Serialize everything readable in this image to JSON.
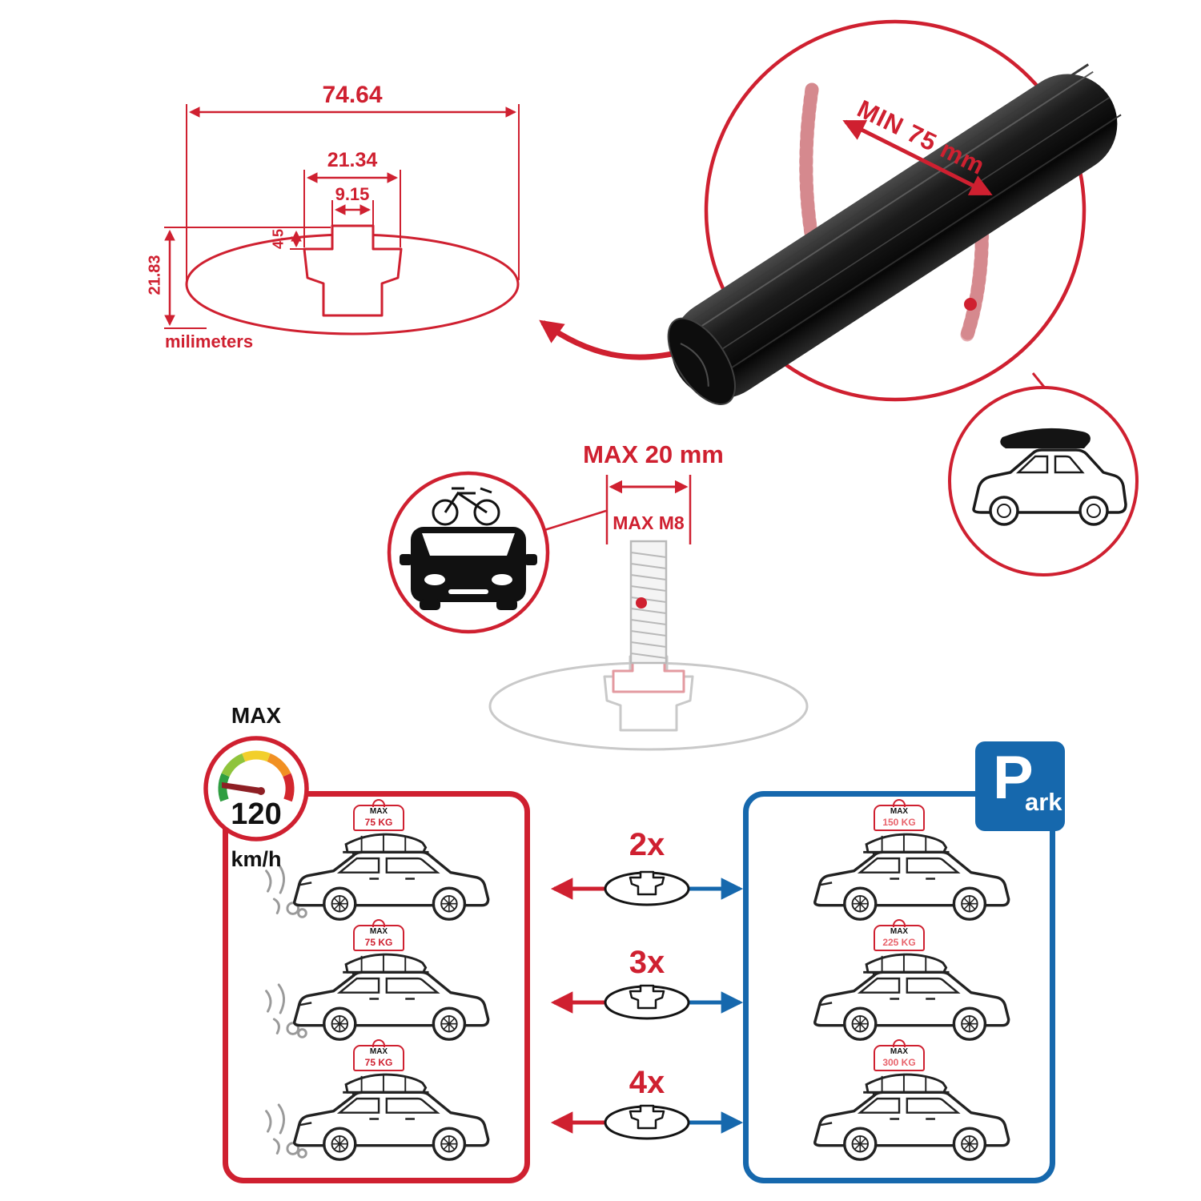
{
  "colors": {
    "accent_red": "#cf2030",
    "accent_blue": "#1668ad",
    "ghost_pink": "#e39aa0",
    "ghost_gray": "#c9c9c9",
    "bar_black": "#111111"
  },
  "profile_dims": {
    "total_width": "74.64",
    "slot_outer_width": "21.34",
    "slot_inner_width": "9.15",
    "slot_depth": "4.5",
    "total_height": "21.83",
    "units": "milimeters"
  },
  "bar_callout": {
    "min_span": "MIN 75 mm"
  },
  "bolt_callout": {
    "max_width": "MAX 20 mm",
    "max_thread": "MAX M8"
  },
  "speed": {
    "label": "MAX",
    "value": "120",
    "units": "km/h"
  },
  "park": {
    "initial": "P",
    "rest": "ark"
  },
  "capacity": {
    "driving": [
      {
        "max_label": "MAX",
        "weight": "75 KG"
      },
      {
        "max_label": "MAX",
        "weight": "75 KG"
      },
      {
        "max_label": "MAX",
        "weight": "75 KG"
      }
    ],
    "counts": [
      "2x",
      "3x",
      "4x"
    ],
    "parked": [
      {
        "max_label": "MAX",
        "weight": "150 KG"
      },
      {
        "max_label": "MAX",
        "weight": "225 KG"
      },
      {
        "max_label": "MAX",
        "weight": "300 KG"
      }
    ]
  }
}
